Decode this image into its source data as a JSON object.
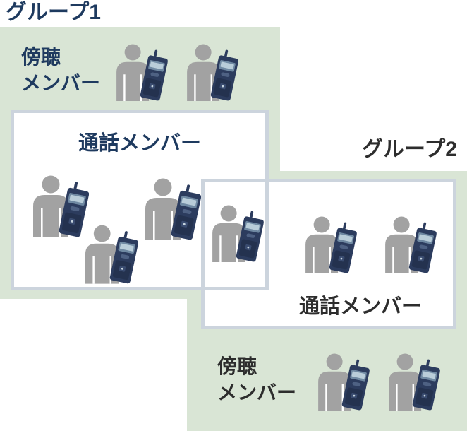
{
  "colors": {
    "group_background": "#d9e5d5",
    "call_box_border": "#ccd4dd",
    "call_box_fill": "#ffffff",
    "group1_text": "#1e3a5f",
    "group2_text": "#2d2d2d",
    "member_silhouette": "#a2a2a2",
    "radio_body": "#2c3c5e",
    "radio_screen": "#b9cdd9"
  },
  "group1": {
    "title": "グループ1",
    "listening_label_line1": "傍聴",
    "listening_label_line2": "メンバー",
    "call_label": "通話メンバー"
  },
  "group2": {
    "title": "グループ2",
    "listening_label_line1": "傍聴",
    "listening_label_line2": "メンバー",
    "call_label": "通話メンバー"
  },
  "icons": {
    "member": "person-with-radio-icon"
  }
}
